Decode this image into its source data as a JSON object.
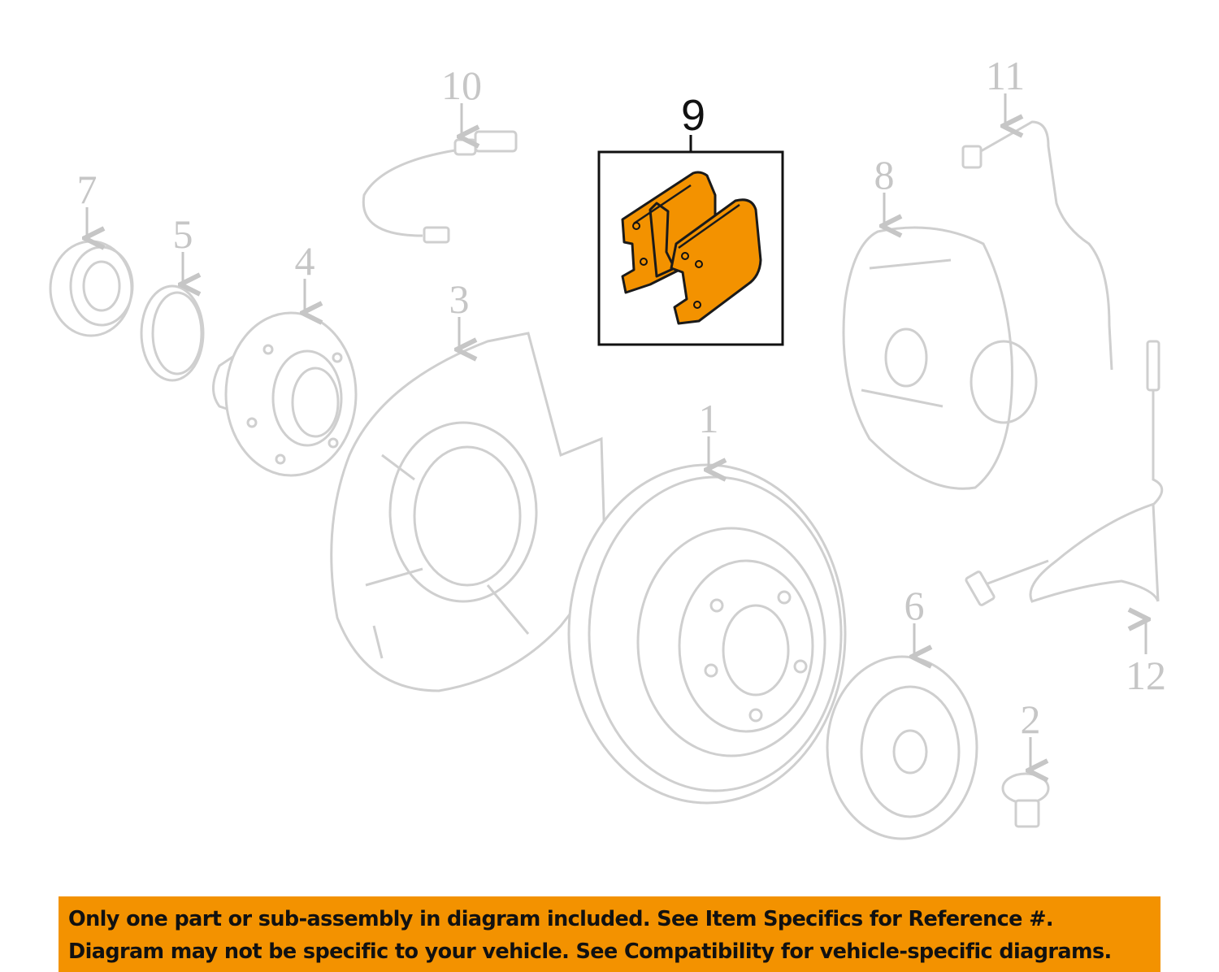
{
  "diagram": {
    "callouts": [
      "1",
      "2",
      "3",
      "4",
      "5",
      "6",
      "7",
      "8",
      "9",
      "10",
      "11",
      "12"
    ],
    "highlighted_callout": "9",
    "highlight_color": "#f39200"
  },
  "banner": {
    "line1": "Only one part or sub-assembly in diagram included. See Item Specifics for Reference #.",
    "line2": "Diagram may not be specific to your vehicle. See Compatibility for vehicle-specific diagrams.",
    "color": "#f39200"
  }
}
